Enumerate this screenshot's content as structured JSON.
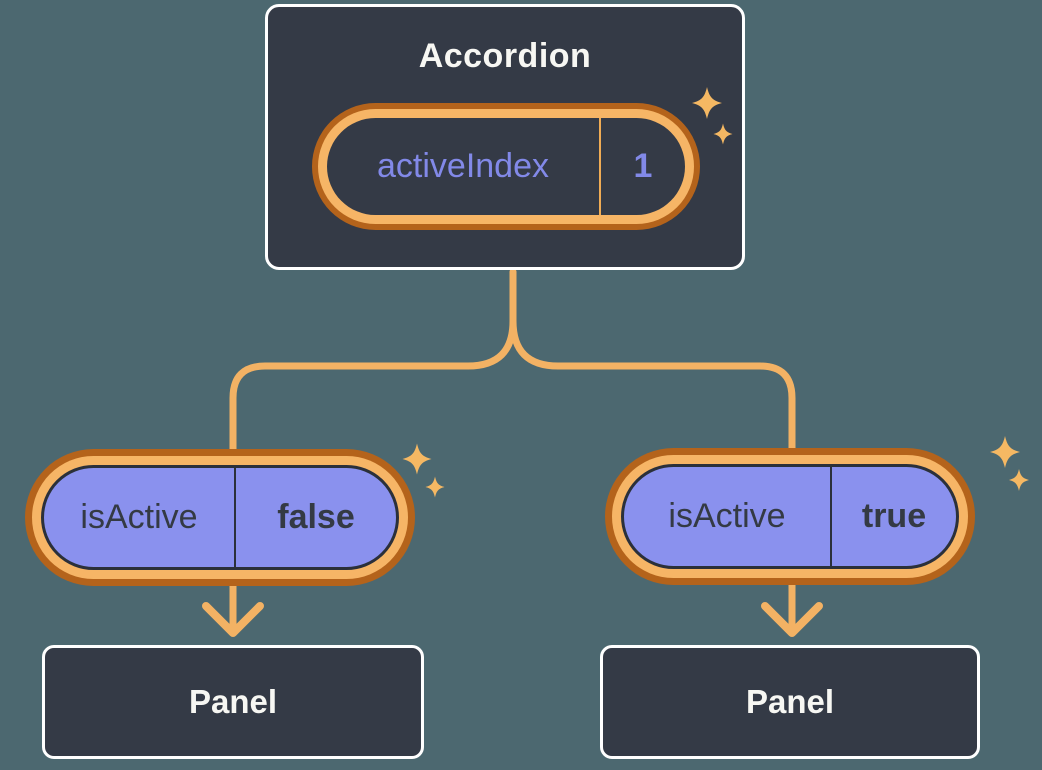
{
  "colors": {
    "bg": "#4C6870",
    "node-bg": "#343A46",
    "node-border": "#FFFFFF",
    "purple": "#8A91EE",
    "purple-text": "#8289E8",
    "ink": "#343A44",
    "ring-dark": "#B4631B",
    "ring-light": "#F6B566",
    "line": "#F3B264",
    "divider": "#F0AC55",
    "outline": "#2B303A",
    "text-light": "#F7F7F3",
    "sparkle": "#F5B863"
  },
  "root": {
    "title": "Accordion",
    "state": {
      "name": "activeIndex",
      "value": "1"
    }
  },
  "children": [
    {
      "prop": {
        "name": "isActive",
        "value": "false"
      },
      "panel": {
        "label": "Panel"
      }
    },
    {
      "prop": {
        "name": "isActive",
        "value": "true"
      },
      "panel": {
        "label": "Panel"
      }
    }
  ]
}
